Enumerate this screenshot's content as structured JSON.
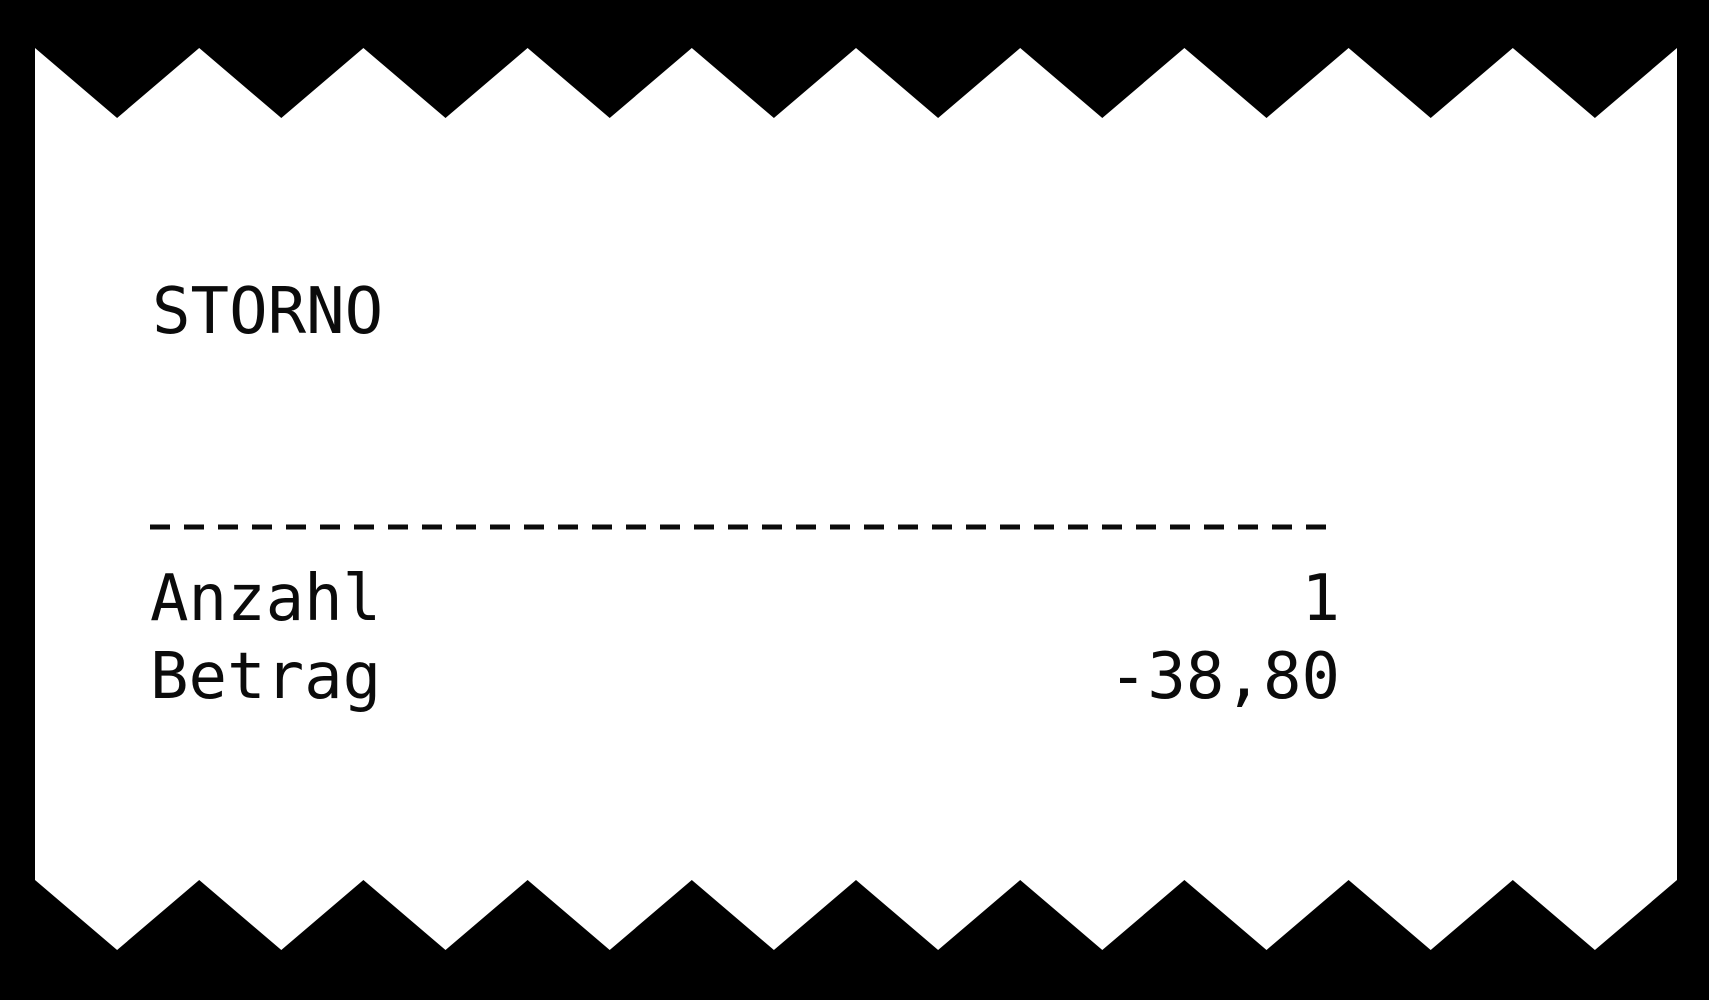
{
  "document": {
    "type": "receipt",
    "title": "STORNO",
    "paper_color": "#ffffff",
    "background_color": "#000000",
    "text_color": "#0b0b0b"
  },
  "divider": {
    "style": "dashed",
    "dash_count": 35
  },
  "lines": [
    {
      "label": "Anzahl",
      "value": "1"
    },
    {
      "label": "Betrag",
      "value": "-38,80"
    }
  ]
}
